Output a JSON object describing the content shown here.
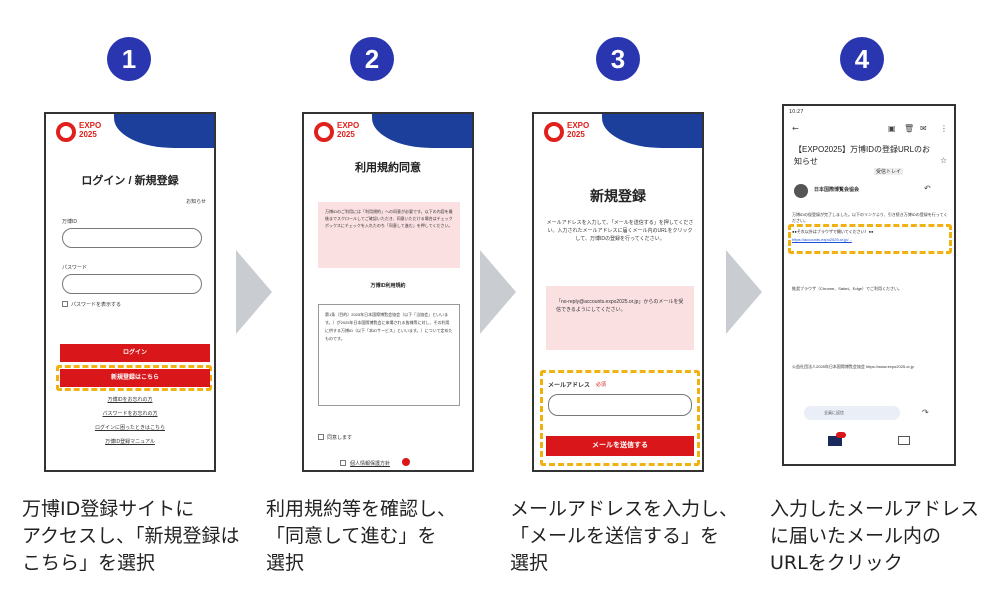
{
  "steps": [
    {
      "number": "1",
      "caption_lines": [
        "万博ID登録サイトに",
        "アクセスし、「新規登録は",
        "こちら」を選択"
      ],
      "screen": {
        "logo": "EXPO 2025",
        "title": "ログイン / 新規登録",
        "notice_link": "お知らせ",
        "id_label": "万博ID",
        "password_label": "パスワード",
        "show_password_label": "パスワードを表示する",
        "login_button": "ログイン",
        "register_button": "新規登録はこちら",
        "links": [
          "万博IDをお忘れの方",
          "パスワードをお忘れの方",
          "ログインに困ったときはこちら",
          "万博ID登録マニュアル"
        ]
      }
    },
    {
      "number": "2",
      "caption_lines": [
        "利用規約等を確認し、",
        "「同意して進む」を",
        "選択"
      ],
      "screen": {
        "logo": "EXPO 2025",
        "title": "利用規約同意",
        "notice_text": "万博IDのご利用には「利用規約」への同意が必要です。以下の内容を最後までスクロールしてご確認いただき、同意いただける場合はチェックボックスにチェックを入れたのち「同意して進む」を押してください。",
        "terms_heading": "万博ID利用規約",
        "terms_body": "第1条（目的）2025年日本国際博覧会協会（以下「当協会」といいます。）が2025年日本国際博覧会に来場される皆様等に対し、その利用に供する万博ID（以下「本IDサービス」といいます。）について定めたものです。",
        "agree_label": "同意します",
        "privacy_label": "個人情報保護方針"
      }
    },
    {
      "number": "3",
      "caption_lines": [
        "メールアドレスを入力し、",
        "「メールを送信する」を",
        "選択"
      ],
      "screen": {
        "logo": "EXPO 2025",
        "title": "新規登録",
        "instructions": "メールアドレスを入力して、「メールを送信する」を押してください。入力されたメールアドレスに届くメール内のURLをクリックして、万博IDの登録を行ってください。",
        "notice": "「no-reply@accounts.expo2025.or.jp」からのメールを受信できるようにしてください。",
        "email_label": "メールアドレス",
        "required_badge": "必須",
        "send_button": "メールを送信する"
      }
    },
    {
      "number": "4",
      "caption_lines": [
        "入力したメールアドレス",
        "に届いたメール内の",
        "URLをクリック"
      ],
      "screen": {
        "status_time": "10:27",
        "subject": "【EXPO2025】万博IDの登録URLのお知らせ",
        "inbox_tag": "受信トレイ",
        "sender": "日本国際博覧会協会",
        "body_intro": "万博IDの仮登録が完了しました。以下のリンクより、引き続き万博IDの登録を行ってください。",
        "url_heading": "●●それ以外はブラウザで開いてください！●●",
        "url_text": "https://accounts.expo2025.or.jp/...",
        "browser_note": "推奨ブラウザ（Chrome、Safari、Edge）でご利用ください。",
        "footer": "公益社団法人2025年日本国際博覧会協会 https://www.expo2025.or.jp",
        "reply_label": "全員に返信"
      }
    }
  ],
  "colors": {
    "step_circle": "#2a35b0",
    "expo_red": "#d9161a",
    "expo_blue": "#1c3f9b",
    "highlight": "#f1b111",
    "arrow": "#c9cdd2"
  }
}
